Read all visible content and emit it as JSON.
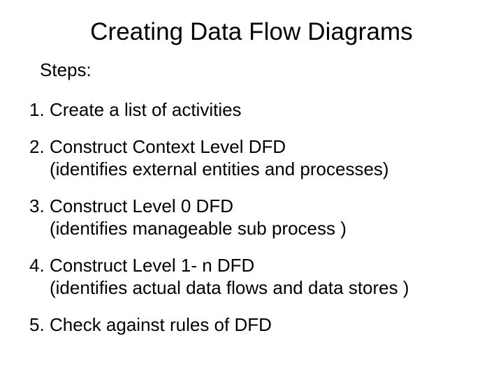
{
  "slide": {
    "title": "Creating Data Flow Diagrams",
    "section_label": "Steps:",
    "background_color": "#ffffff",
    "text_color": "#000000",
    "steps": [
      {
        "number": "1.",
        "text": "Create a list of activities",
        "detail": ""
      },
      {
        "number": "2.",
        "text": "Construct Context Level DFD",
        "detail": "(identifies external entities and processes)"
      },
      {
        "number": "3.",
        "text": "Construct Level 0 DFD",
        "detail": "(identifies manageable sub process )"
      },
      {
        "number": "4.",
        "text": "Construct Level 1- n DFD",
        "detail": "(identifies actual data flows and data stores )"
      },
      {
        "number": "5.",
        "text": "Check against rules of DFD",
        "detail": ""
      }
    ]
  }
}
